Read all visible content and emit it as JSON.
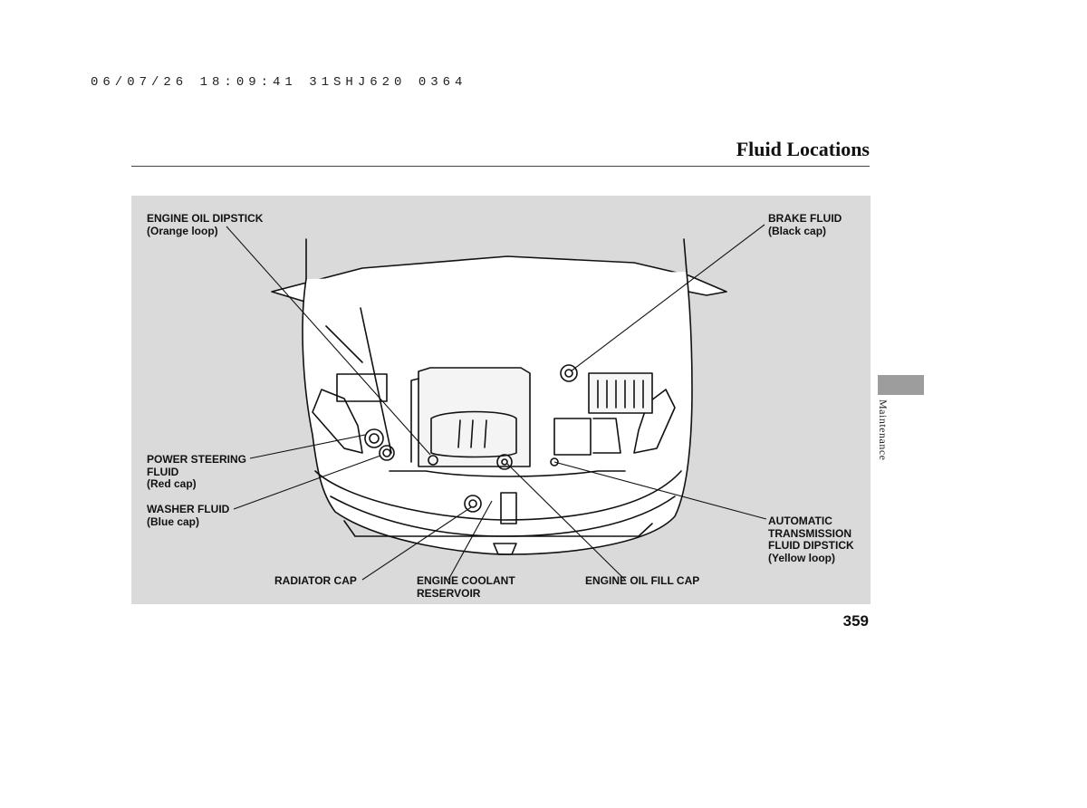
{
  "header": {
    "print_code": "06/07/26 18:09:41 31SHJ620 0364",
    "title": "Fluid Locations"
  },
  "figure": {
    "labels": {
      "engine_oil_dipstick": [
        "ENGINE OIL DIPSTICK",
        "(Orange loop)"
      ],
      "brake_fluid": [
        "BRAKE FLUID",
        "(Black cap)"
      ],
      "power_steering_fluid": [
        "POWER STEERING",
        "FLUID",
        "(Red cap)"
      ],
      "washer_fluid": [
        "WASHER FLUID",
        "(Blue cap)"
      ],
      "atf_dipstick": [
        "AUTOMATIC",
        "TRANSMISSION",
        "FLUID DIPSTICK",
        "(Yellow loop)"
      ],
      "radiator_cap": [
        "RADIATOR CAP"
      ],
      "engine_coolant_reservoir": [
        "ENGINE COOLANT",
        "RESERVOIR"
      ],
      "engine_oil_fill_cap": [
        "ENGINE OIL FILL CAP"
      ]
    }
  },
  "sidebar": {
    "section": "Maintenance"
  },
  "footer": {
    "page_number": "359"
  }
}
